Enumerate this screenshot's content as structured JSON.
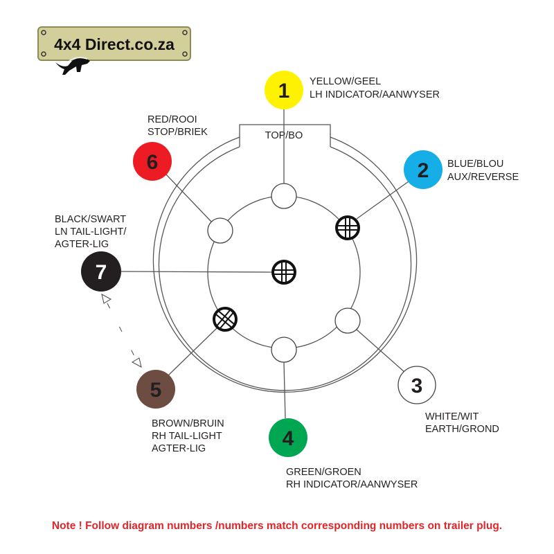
{
  "logo": {
    "text": "4x4 Direct.co.za"
  },
  "plug": {
    "top_label": "TOP/BO"
  },
  "pins": [
    {
      "number": "1",
      "color_name": "YELLOW/GEEL",
      "function": "LH INDICATOR/AANWYSER",
      "color": "#fff200"
    },
    {
      "number": "2",
      "color_name": "BLUE/BLOU",
      "function": "AUX/REVERSE",
      "color": "#16aee6"
    },
    {
      "number": "3",
      "color_name": "WHITE/WIT",
      "function": "EARTH/GROND",
      "color": "#ffffff"
    },
    {
      "number": "4",
      "color_name": "GREEN/GROEN",
      "function": "RH INDICATOR/AANWYSER",
      "color": "#00a651"
    },
    {
      "number": "5",
      "color_name": "BROWN/BRUIN",
      "function": "RH TAIL-LIGHT",
      "function2": "AGTER-LIG",
      "color": "#6d4c41"
    },
    {
      "number": "6",
      "color_name": "RED/ROOI",
      "function": "STOP/BRIEK",
      "color": "#ed1c24"
    },
    {
      "number": "7",
      "color_name": "BLACK/SWART",
      "function": "LN TAIL-LIGHT/",
      "function2": "AGTER-LIG",
      "color": "#231f20"
    }
  ],
  "note": "Note ! Follow diagram numbers /numbers match corresponding numbers on trailer plug."
}
